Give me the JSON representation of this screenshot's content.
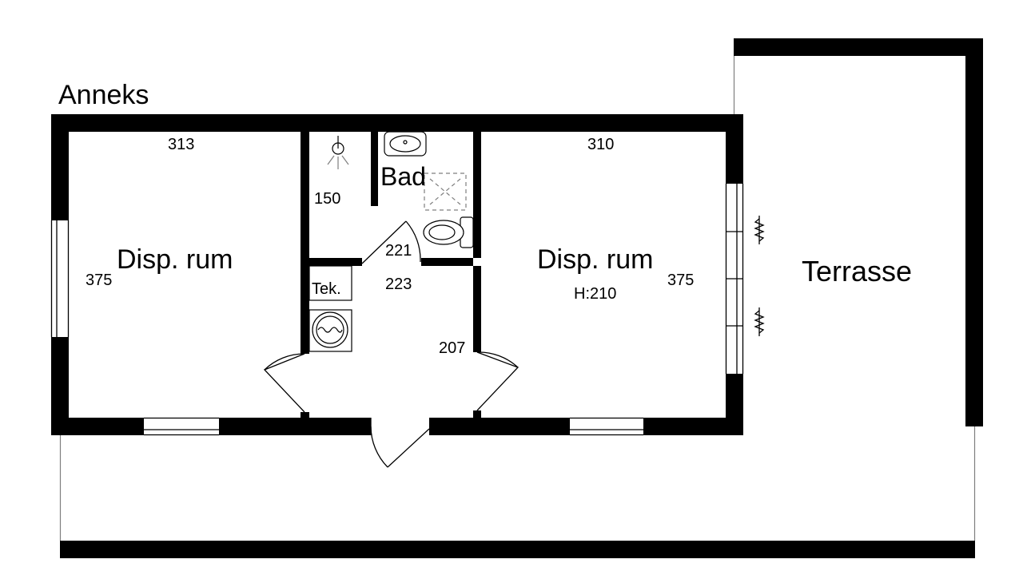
{
  "plan_title": "Anneks",
  "rooms": {
    "left_room": {
      "label": "Disp. rum",
      "width": "313",
      "depth": "375"
    },
    "right_room": {
      "label": "Disp. rum",
      "width": "310",
      "depth": "375",
      "height": "H:210"
    },
    "bathroom": {
      "label": "Bad",
      "dim_a": "150",
      "dim_b": "221"
    },
    "hall": {
      "dim_a": "223",
      "dim_b": "207"
    },
    "technical": {
      "label": "Tek."
    }
  },
  "terrace": {
    "label": "Terrasse"
  },
  "colors": {
    "wall": "#000000",
    "background": "#ffffff",
    "outline": "#7f7f7f"
  },
  "icons": [
    "shower-icon",
    "sink-icon",
    "toilet-icon",
    "washing-machine-icon",
    "radiator-icon",
    "door-swing-icon",
    "window-icon"
  ]
}
